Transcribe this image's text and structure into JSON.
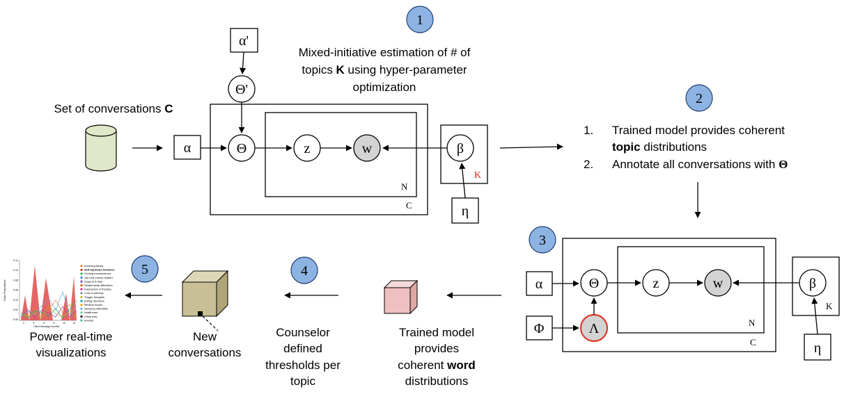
{
  "steps": {
    "s1": "1",
    "s2": "2",
    "s3": "3",
    "s4": "4",
    "s5": "5"
  },
  "colors": {
    "step_fill": "#8db3e2",
    "step_stroke": "#1f3f73",
    "node_gray": "#d3d3d3",
    "lambda_stroke": "#e03a2a",
    "cylinder": "#dfe8c8",
    "cube_tan": "#c8bf95",
    "cube_pink": "#efc0c0",
    "red_k": "#e0241b"
  },
  "step1": {
    "line1": "Mixed-initiative estimation of # of",
    "line2_pre": "topics ",
    "line2_bold": "K",
    "line2_post": " using hyper-parameter",
    "line3": "optimization"
  },
  "input": {
    "label_pre": "Set of conversations ",
    "label_bold": "C"
  },
  "model1": {
    "alpha_prime": "α'",
    "theta_prime": "Θ'",
    "alpha": "α",
    "theta": "Θ",
    "z": "z",
    "w": "w",
    "beta": "β",
    "eta": "η",
    "n": "N",
    "c": "C",
    "k": "K"
  },
  "step2": {
    "item1_num": "1.",
    "item1_line1": "Trained model provides coherent",
    "item1_bold": "topic",
    "item1_post": " distributions",
    "item2_num": "2.",
    "item2_pre": "Annotate all conversations with ",
    "item2_bold": "Θ"
  },
  "model2": {
    "alpha": "α",
    "phi": "Φ",
    "theta": "Θ",
    "lambda": "Λ",
    "z": "z",
    "w": "w",
    "beta": "β",
    "eta": "η",
    "n": "N",
    "c": "C",
    "k": "K"
  },
  "trained": {
    "line1": "Trained model",
    "line2": "provides",
    "line3_pre": "coherent ",
    "line3_bold": "word",
    "line4": "distributions"
  },
  "counselor": {
    "line1": "Counselor",
    "line2": "defined",
    "line3": "thresholds per",
    "line4": "topic"
  },
  "new_conv": {
    "line1": "New",
    "line2": "conversations"
  },
  "power": {
    "line1": "Power real-time",
    "line2": "visualizations"
  },
  "mini_chart": {
    "ylabel": "Topic Proportions",
    "xlabel": "Client Message Number",
    "yticks": [
      "0.12",
      "0.10",
      "0.08",
      "0.06",
      "0.04",
      "0.02",
      "0.00"
    ],
    "xticks": [
      "2",
      "4",
      "6",
      "8",
      "10",
      "13"
    ],
    "legend": [
      {
        "label": "Involving family",
        "color": "#e3862b",
        "bold": false
      },
      {
        "label": "Self-injurious behavior",
        "color": "#c0392b",
        "bold": true
      },
      {
        "label": "Feeling overwhelmed",
        "color": "#27ae60",
        "bold": false
      },
      {
        "label": "Job and money related",
        "color": "#2e86c1",
        "bold": false
      },
      {
        "label": "Support & help",
        "color": "#8e44ad",
        "bold": false
      },
      {
        "label": "Relationship difficulties",
        "color": "#d35400",
        "bold": false
      },
      {
        "label": "Depression & therapy",
        "color": "#e91e8c",
        "bold": false
      },
      {
        "label": "Loss & grieving",
        "color": "#7f8c8d",
        "bold": false
      },
      {
        "label": "Trigger thoughts",
        "color": "#b7b52d",
        "bold": false
      },
      {
        "label": "Eating disorders",
        "color": "#17a2b8",
        "bold": false
      },
      {
        "label": "Medical issues",
        "color": "#f39c12",
        "bold": false
      },
      {
        "label": "Sleeping difficulties",
        "color": "#5dade2",
        "bold": false
      },
      {
        "label": "Healthcare",
        "color": "#58d68d",
        "bold": false
      },
      {
        "label": "Crisis help",
        "color": "#1a1a1a",
        "bold": false
      },
      {
        "label": "Anxiety",
        "color": "#45b39d",
        "bold": false
      }
    ]
  }
}
